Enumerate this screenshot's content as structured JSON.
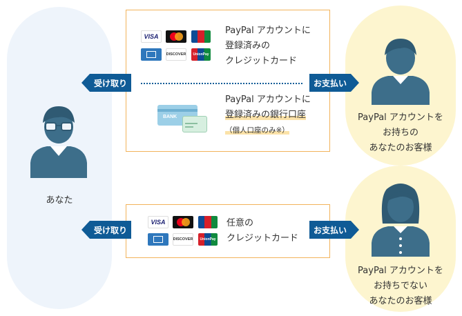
{
  "you": {
    "label": "あなた"
  },
  "customer_with_account": {
    "lines": [
      "PayPal アカウントを",
      "お持ちの",
      "あなたのお客様"
    ]
  },
  "customer_without_account": {
    "lines": [
      "PayPal アカウントを",
      "お持ちでない",
      "あなたのお客様"
    ]
  },
  "receive_label": "受け取り",
  "pay_label": "お支払い",
  "box1": {
    "registered_card_lines": [
      "PayPal アカウントに",
      "登録済みの",
      "クレジットカード"
    ],
    "bank_lines": [
      "PayPal アカウントに",
      "登録済みの銀行口座"
    ],
    "bank_note": "（個人口座のみ※）",
    "bank_card_text": "BANK"
  },
  "box2": {
    "card_lines": [
      "任意の",
      "クレジットカード"
    ]
  },
  "card_brands": {
    "visa": "VISA",
    "mastercard": "mastercard",
    "jcb": "JCB",
    "amex": "AMEX",
    "discover": "DISCOVER",
    "unionpay": "UnionPay"
  },
  "colors": {
    "arrow": "#0f5b96",
    "person": "#3d6e8a",
    "box_border": "#f2b35a",
    "you_bg": "#eef4fb",
    "customer_bg": "#fdf5cf"
  }
}
